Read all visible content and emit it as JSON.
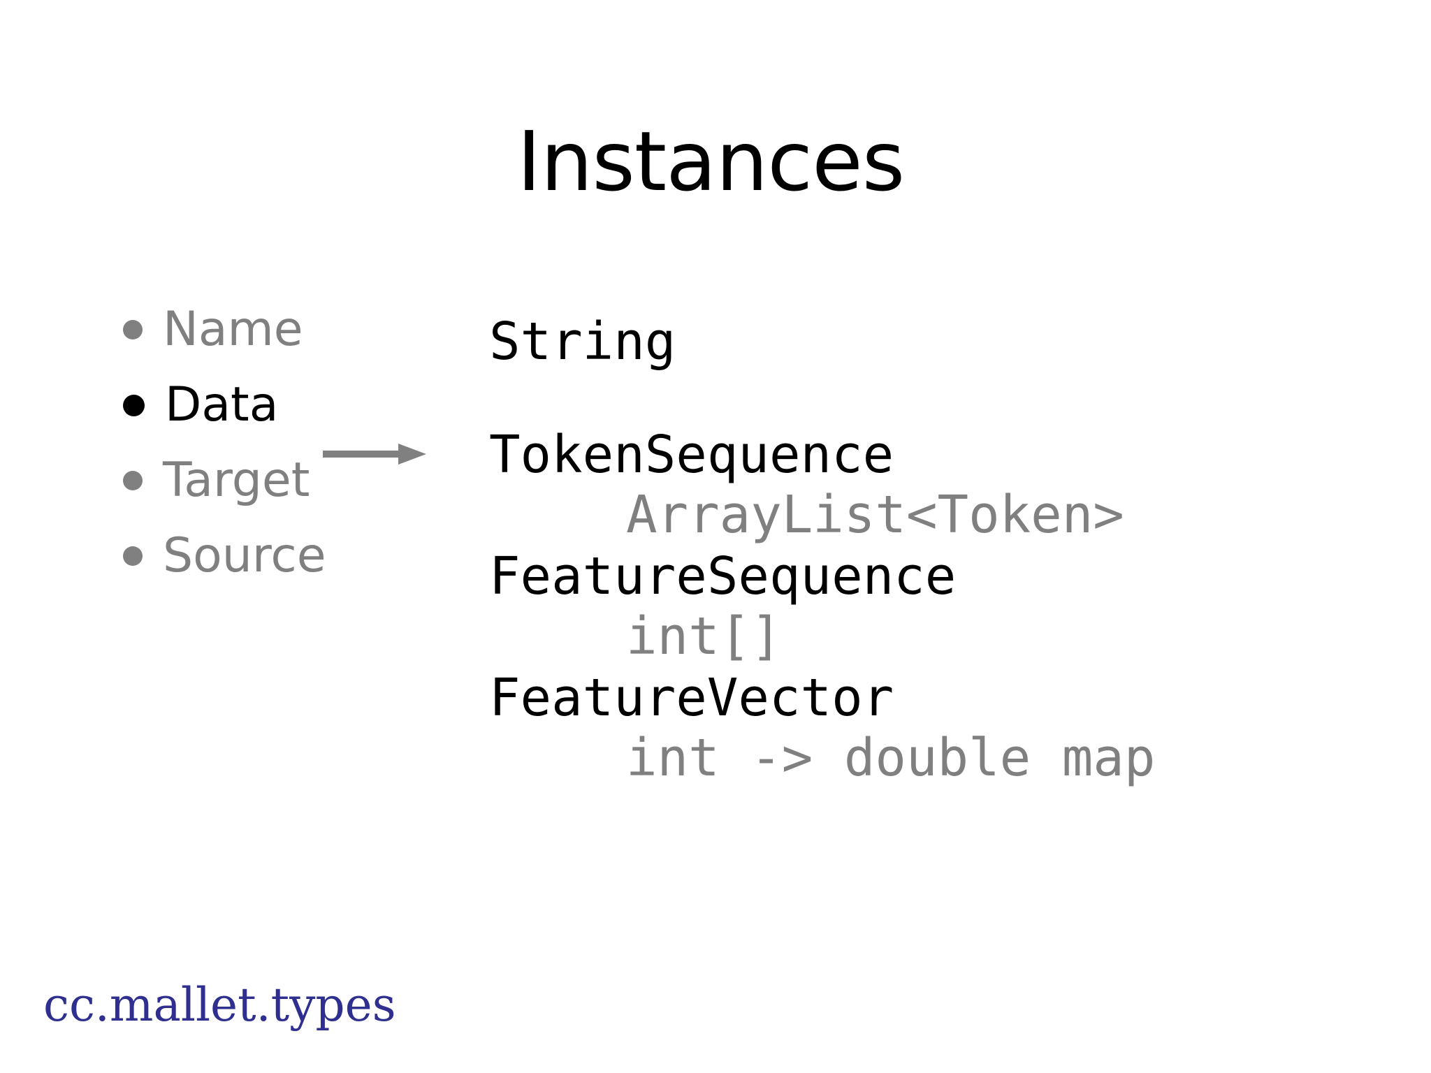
{
  "slide": {
    "title": "Instances",
    "background_color": "#ffffff",
    "muted_color": "#808080",
    "active_color": "#000000",
    "footer_color": "#2e2f8f"
  },
  "bullets": [
    {
      "label": "Name",
      "state": "muted"
    },
    {
      "label": "Data",
      "state": "active"
    },
    {
      "label": "Target",
      "state": "muted"
    },
    {
      "label": "Source",
      "state": "muted"
    }
  ],
  "arrow": {
    "icon": "right-arrow-icon",
    "color": "#808080",
    "from_bullet": "Data"
  },
  "types": [
    {
      "name": "String",
      "implementation": null
    },
    {
      "name": "TokenSequence",
      "implementation": "ArrayList<Token>"
    },
    {
      "name": "FeatureSequence",
      "implementation": "int[]"
    },
    {
      "name": "FeatureVector",
      "implementation": "int -> double map"
    }
  ],
  "footer": {
    "package": "cc.mallet.types"
  }
}
